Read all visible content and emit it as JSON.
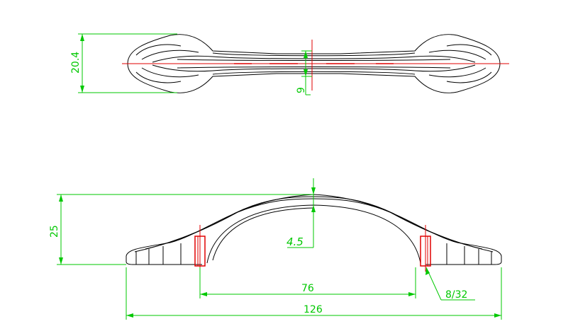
{
  "dimensions": {
    "top_height": "20.4",
    "top_thickness": "9",
    "side_height": "25",
    "arch_thickness": "4.5",
    "hole_spacing": "76",
    "overall_length": "126",
    "screw_thread": "8/32"
  },
  "colors": {
    "outline": "#000000",
    "dimension": "#00c800",
    "centerline": "#e00000",
    "background": "#ffffff"
  }
}
